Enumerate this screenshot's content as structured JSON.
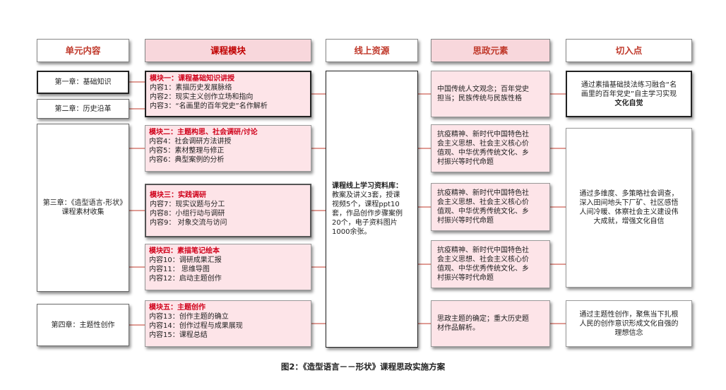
{
  "headers": {
    "units": "单元内容",
    "modules": "课程模块",
    "resources": "线上资源",
    "ideology": "思政元素",
    "entry": "切入点"
  },
  "units": [
    {
      "text": "第一章：基础知识"
    },
    {
      "text": "第二章：历史沿革"
    },
    {
      "text": "第三章：《造型语言-形状》课程素材收集"
    },
    {
      "text": "第四章：主题性创作"
    }
  ],
  "modules": [
    {
      "title": "模块一：课程基础知识讲授",
      "items": [
        "内容1：素描历史发展脉络",
        "内容2：现实主义创作立场和指向",
        "内容3：“名画里的百年党史”名作解析"
      ]
    },
    {
      "title": "模块二：主题构思、社会调研/讨论",
      "items": [
        "内容4：社会调研方法讲授",
        "内容5：素材整理与修正",
        "内容6：典型案例的分析"
      ]
    },
    {
      "title": "模块三：实践调研",
      "items": [
        "内容7：现实议题与分工",
        "内容8：小组行动与调研",
        "内容9：  对象交流与访问"
      ]
    },
    {
      "title": "模块四：素描笔记绘本",
      "items": [
        "内容10：调研成果汇报",
        "内容11：  思维导图",
        "内容12：启动主题创作"
      ]
    },
    {
      "title": "模块五：主题创作",
      "items": [
        "内容13：创作主题的确立",
        "内容14：创作过程与成果展现",
        "内容15：课程总结"
      ]
    }
  ],
  "resources": {
    "title": "课程线上学习资料库：",
    "lines": [
      "教案及讲义3套，授课",
      "视频5个，课程ppt10",
      "套，作品创作步骤案例",
      "20个，电子资料图片",
      "1000余张。"
    ]
  },
  "ideology": [
    {
      "lines": [
        "中国传统人文观念；百年党史",
        "担当；民族传统与民族性格"
      ]
    },
    {
      "lines": [
        "抗疫精神、新时代中国特色社",
        "会主义思想、社会主义核心价",
        "值观、中华优秀传统文化、乡",
        "村振兴等时代命题"
      ]
    },
    {
      "lines": [
        "抗疫精神、新时代中国特色社",
        "会主义思想、社会主义核心价",
        "值观、中华优秀传统文化、乡",
        "村振兴等时代命题"
      ]
    },
    {
      "lines": [
        "抗疫精神、新时代中国特色社",
        "会主义思想、社会主义核心价",
        "值观、中华优秀传统文化、乡",
        "村振兴等时代命题"
      ]
    },
    {
      "lines": [
        "思政主题的确定；重大历史题",
        "材作品解析。"
      ]
    }
  ],
  "entry": [
    {
      "lines": [
        "通过素描基础技法练习融合“名",
        "画里的百年党史”自主学习实现"
      ],
      "bold": "文化自觉"
    },
    {
      "lines": [
        "通过多维度、多策略社会调查，",
        "深入田间地头下厂矿、社区感悟",
        "人间冷暖、体察社会主义建设伟",
        "大成就，增强文化自信"
      ]
    },
    {
      "lines": [
        "通过主题性创作，聚焦当下扎根",
        "人民的创作意识形成文化自强的",
        "理想信念"
      ]
    }
  ],
  "caption": "图2：《造型语言－－形状》课程思政实施方案",
  "colors": {
    "title_red": "#d0021b",
    "pink_fill": "#fde4e8",
    "header_pink": "#f8d7dc",
    "connector": "#c0392b"
  }
}
